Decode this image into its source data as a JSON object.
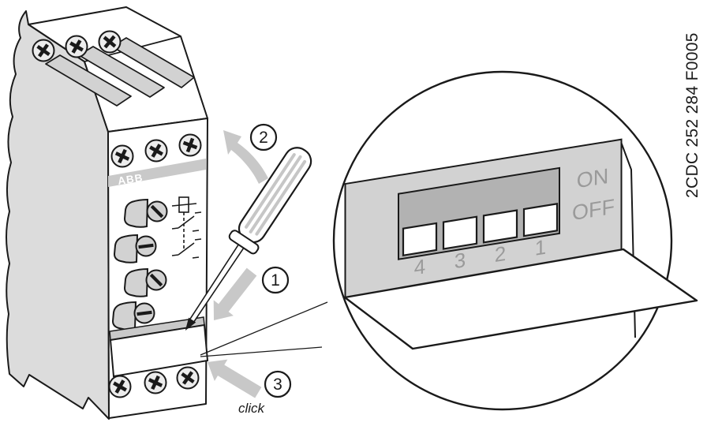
{
  "figure": {
    "image_code": "2CDC 252 284 F0005",
    "device": {
      "brand_label": "ABB"
    },
    "steps": {
      "one": "1",
      "two": "2",
      "three": "3"
    },
    "click_label": "click",
    "dip_switch": {
      "on_label": "ON",
      "off_label": "OFF",
      "switch_numbers": [
        "4",
        "3",
        "2",
        "1"
      ],
      "switch_states": [
        "off",
        "off",
        "off",
        "off"
      ]
    },
    "colors": {
      "line": "#1a1a1a",
      "device_side_gray": "#dcdcdc",
      "panel_gray": "#d2d2d2",
      "recess_gray": "#b2b2b2",
      "label_gray": "#9a9a9a",
      "arrow_gray": "#c8c8c8",
      "band_gray": "#c9c9c9"
    }
  }
}
